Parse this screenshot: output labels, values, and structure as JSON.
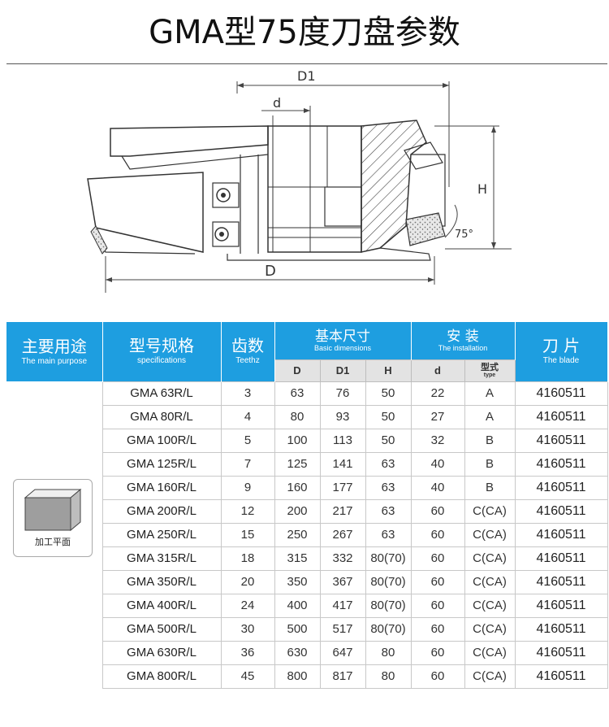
{
  "title": "GMA型75度刀盘参数",
  "drawing": {
    "label_D1": "D1",
    "label_d": "d",
    "label_H": "H",
    "label_D": "D",
    "label_angle": "75°"
  },
  "table": {
    "headers": {
      "purpose_cn": "主要用途",
      "purpose_en": "The main purpose",
      "spec_cn": "型号规格",
      "spec_en": "specifications",
      "teeth_cn": "齿数",
      "teeth_en": "Teethz",
      "basic_cn": "基本尺寸",
      "basic_en": "Basic dimensions",
      "install_cn": "安 装",
      "install_en": "The installation",
      "blade_cn": "刀 片",
      "blade_en": "The blade",
      "sub_D": "D",
      "sub_D1": "D1",
      "sub_H": "H",
      "sub_d": "d",
      "sub_type_cn": "型式",
      "sub_type_en": "type"
    },
    "purpose_label": "加工平面",
    "rows": [
      {
        "model": "GMA 63R/L",
        "teeth": "3",
        "D": "63",
        "D1": "76",
        "H": "50",
        "d": "22",
        "type": "A",
        "blade": "4160511"
      },
      {
        "model": "GMA 80R/L",
        "teeth": "4",
        "D": "80",
        "D1": "93",
        "H": "50",
        "d": "27",
        "type": "A",
        "blade": "4160511"
      },
      {
        "model": "GMA 100R/L",
        "teeth": "5",
        "D": "100",
        "D1": "113",
        "H": "50",
        "d": "32",
        "type": "B",
        "blade": "4160511"
      },
      {
        "model": "GMA 125R/L",
        "teeth": "7",
        "D": "125",
        "D1": "141",
        "H": "63",
        "d": "40",
        "type": "B",
        "blade": "4160511"
      },
      {
        "model": "GMA 160R/L",
        "teeth": "9",
        "D": "160",
        "D1": "177",
        "H": "63",
        "d": "40",
        "type": "B",
        "blade": "4160511"
      },
      {
        "model": "GMA 200R/L",
        "teeth": "12",
        "D": "200",
        "D1": "217",
        "H": "63",
        "d": "60",
        "type": "C(CA)",
        "blade": "4160511"
      },
      {
        "model": "GMA 250R/L",
        "teeth": "15",
        "D": "250",
        "D1": "267",
        "H": "63",
        "d": "60",
        "type": "C(CA)",
        "blade": "4160511"
      },
      {
        "model": "GMA 315R/L",
        "teeth": "18",
        "D": "315",
        "D1": "332",
        "H": "80(70)",
        "d": "60",
        "type": "C(CA)",
        "blade": "4160511"
      },
      {
        "model": "GMA 350R/L",
        "teeth": "20",
        "D": "350",
        "D1": "367",
        "H": "80(70)",
        "d": "60",
        "type": "C(CA)",
        "blade": "4160511"
      },
      {
        "model": "GMA 400R/L",
        "teeth": "24",
        "D": "400",
        "D1": "417",
        "H": "80(70)",
        "d": "60",
        "type": "C(CA)",
        "blade": "4160511"
      },
      {
        "model": "GMA 500R/L",
        "teeth": "30",
        "D": "500",
        "D1": "517",
        "H": "80(70)",
        "d": "60",
        "type": "C(CA)",
        "blade": "4160511"
      },
      {
        "model": "GMA 630R/L",
        "teeth": "36",
        "D": "630",
        "D1": "647",
        "H": "80",
        "d": "60",
        "type": "C(CA)",
        "blade": "4160511"
      },
      {
        "model": "GMA 800R/L",
        "teeth": "45",
        "D": "800",
        "D1": "817",
        "H": "80",
        "d": "60",
        "type": "C(CA)",
        "blade": "4160511"
      }
    ]
  }
}
